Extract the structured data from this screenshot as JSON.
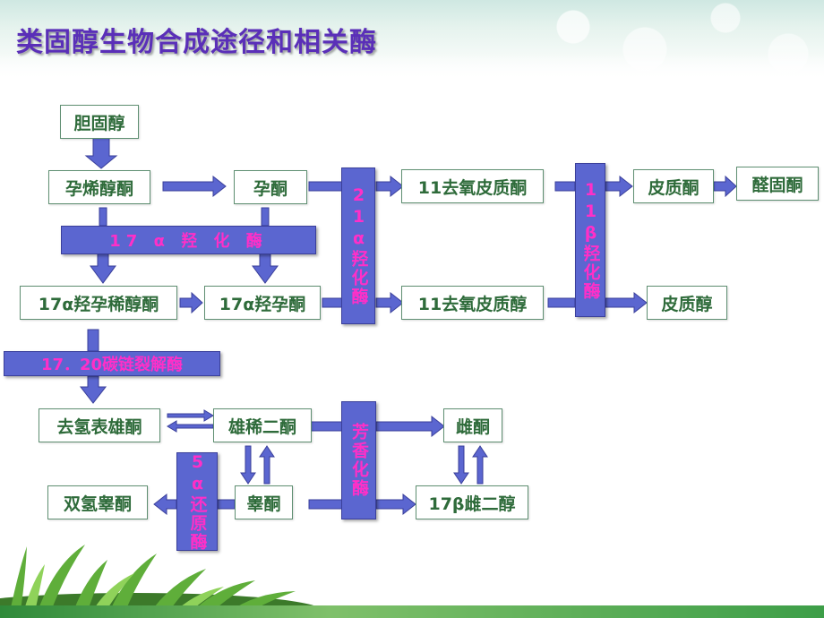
{
  "title": "类固醇生物合成途径和相关酶",
  "compounds": {
    "cholesterol": "胆固醇",
    "pregnenolone": "孕烯醇酮",
    "progesterone": "孕酮",
    "deoxycorticosterone": "11去氧皮质酮",
    "corticosterone": "皮质酮",
    "aldosterone": "醛固酮",
    "hydroxypregnenolone": "17α羟孕稀醇酮",
    "hydroxyprogesterone": "17α羟孕酮",
    "deoxycortisol": "11去氧皮质醇",
    "cortisol": "皮质醇",
    "dhea": "去氢表雄酮",
    "androstenedione": "雄稀二酮",
    "estrone": "雌酮",
    "dihydrotestosterone": "双氢睾酮",
    "testosterone": "睾酮",
    "estradiol": "17β雌二醇"
  },
  "enzymes": {
    "hydroxylase17": "17 α 羟 化 酶",
    "lyase": "17．20碳链裂解酶",
    "hydroxylase21": "21α羟化酶",
    "hydroxylase11": "11β羟化酶",
    "aromatase": "芳香化酶",
    "reductase5": "5α还原酶"
  },
  "colors": {
    "title": "#5a2fb8",
    "compound_text": "#2e6b3a",
    "enzyme_fill": "#5b66d0",
    "enzyme_text": "#ff2fc8",
    "arrow": "#5b66d0"
  }
}
